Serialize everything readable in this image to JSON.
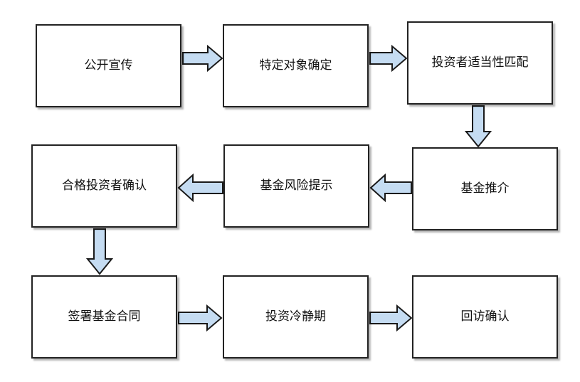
{
  "steps": [
    {
      "id": "step-1",
      "label": "公开宣传"
    },
    {
      "id": "step-2",
      "label": "特定对象确定"
    },
    {
      "id": "step-3",
      "label": "投资者适当性匹配"
    },
    {
      "id": "step-4",
      "label": "基金推介"
    },
    {
      "id": "step-5",
      "label": "基金风险提示"
    },
    {
      "id": "step-6",
      "label": "合格投资者确认"
    },
    {
      "id": "step-7",
      "label": "签署基金合同"
    },
    {
      "id": "step-8",
      "label": "投资冷静期"
    },
    {
      "id": "step-9",
      "label": "回访确认"
    }
  ],
  "colors": {
    "arrow_fill": "#c5dcf2",
    "border": "#222222",
    "box_fill": "#ffffff"
  }
}
